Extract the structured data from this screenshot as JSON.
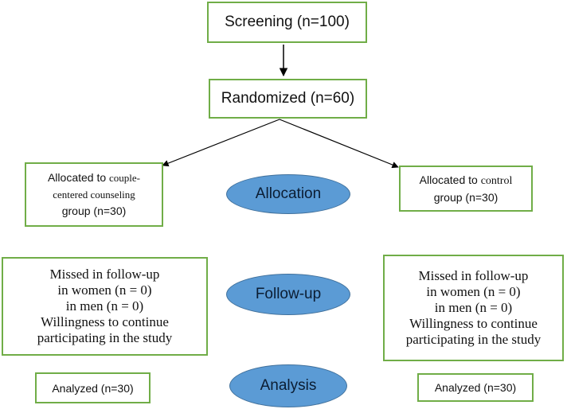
{
  "boxes": {
    "screening": "Screening (n=100)",
    "randomized": "Randomized (n=60)",
    "alloc_left": {
      "prefix": "Allocated to ",
      "line1_rest": "couple-",
      "line2": "centered counseling",
      "line3": "group (n=30)"
    },
    "alloc_right": {
      "prefix": "Allocated to ",
      "line1_rest": "control",
      "line2": "group (n=30)"
    },
    "followup_left": [
      "Missed in follow-up",
      "in women (n = 0)",
      "in men (n = 0)",
      "Willingness to continue",
      "participating in the study"
    ],
    "followup_right": [
      "Missed in follow-up",
      "in women (n = 0)",
      "in men (n = 0)",
      "Willingness to continue",
      "participating in the study"
    ],
    "analyzed_left": "Analyzed (n=30)",
    "analyzed_right": "Analyzed (n=30)"
  },
  "stages": {
    "allocation": "Allocation",
    "followup": "Follow-up",
    "analysis": "Analysis"
  },
  "colors": {
    "box_border": "#70ad47",
    "stage_fill": "#5b9bd5",
    "arrow": "#000000"
  }
}
